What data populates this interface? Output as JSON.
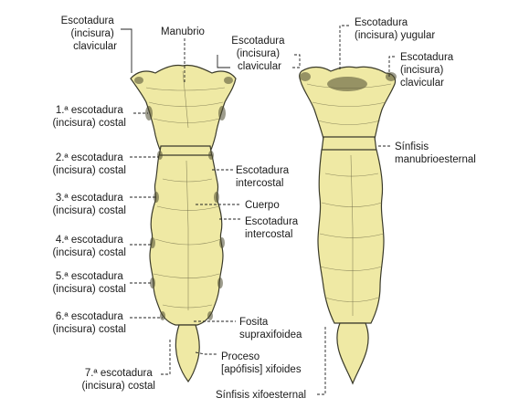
{
  "colors": {
    "bone": "#efe9a4",
    "outline": "#3a3a2a",
    "text": "#1a1a1a",
    "background": "#ffffff"
  },
  "labels": {
    "escotadura_clavicular_left": [
      "Escotadura",
      "(incisura)",
      "clavicular"
    ],
    "manubrio": "Manubrio",
    "escotadura_clavicular_mid": [
      "Escotadura",
      "(incisura)",
      "clavicular"
    ],
    "escotadura_yugular": [
      "Escotadura",
      "(incisura) yugular"
    ],
    "escotadura_clavicular_right": [
      "Escotadura",
      "(incisura)",
      "clavicular"
    ],
    "costal_1": [
      "1.ª escotadura",
      "(incisura) costal"
    ],
    "costal_2": [
      "2.ª escotadura",
      "(incisura) costal"
    ],
    "costal_3": [
      "3.ª escotadura",
      "(incisura) costal"
    ],
    "costal_4": [
      "4.ª escotadura",
      "(incisura) costal"
    ],
    "costal_5": [
      "5.ª escotadura",
      "(incisura) costal"
    ],
    "costal_6": [
      "6.ª escotadura",
      "(incisura) costal"
    ],
    "costal_7": [
      "7.ª escotadura",
      "(incisura) costal"
    ],
    "escotadura_intercostal_1": [
      "Escotadura",
      "intercostal"
    ],
    "cuerpo": "Cuerpo",
    "escotadura_intercostal_2": [
      "Escotadura",
      "intercostal"
    ],
    "fosita": [
      "Fosita",
      "supraxifoidea"
    ],
    "proceso": [
      "Proceso",
      "[apófisis] xifoides"
    ],
    "sinfisis_manubrio": [
      "Sínfisis",
      "manubrioesternal"
    ],
    "sinfisis_xifo": "Sínfisis xifoesternal"
  }
}
